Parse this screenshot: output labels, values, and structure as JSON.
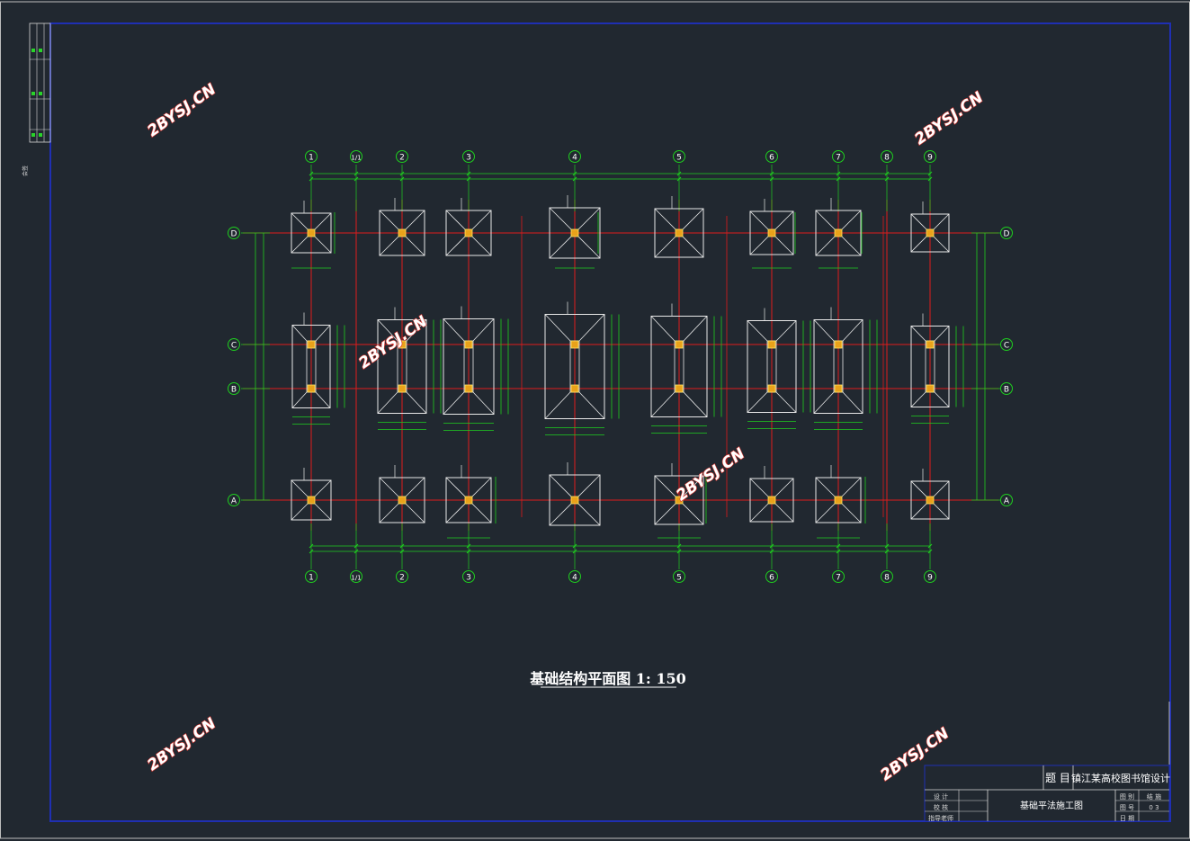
{
  "drawing": {
    "title": "基础结构平面图 1: 150",
    "colors": {
      "background": "#212830",
      "frame": "#1f2fb3",
      "border": "#d8d8d8",
      "axis_line": "#e01b1b",
      "dimension": "#1fcf1f",
      "footing": "#e8e8e8",
      "column_fill": "#e9a21a",
      "column_stroke": "#ffe766",
      "watermark": "#d9362f"
    }
  },
  "axes": {
    "columns": [
      "1",
      "1/1",
      "2",
      "3",
      "4",
      "5",
      "6",
      "7",
      "8",
      "9"
    ],
    "rows": [
      "D",
      "C",
      "B",
      "A"
    ]
  },
  "left_strip": {
    "label": "会签"
  },
  "title_block": {
    "project_label": "题 目",
    "project_name": "镇江某高校图书馆设计",
    "drawing_name": "基础平法施工图",
    "left_rows": [
      "设 计",
      "校 核",
      "指导老师"
    ],
    "right_rows": [
      [
        "图 别",
        "结 施"
      ],
      [
        "图 号",
        "0 3"
      ],
      [
        "日 期",
        ""
      ]
    ]
  },
  "watermark": "2BYSJ.CN"
}
